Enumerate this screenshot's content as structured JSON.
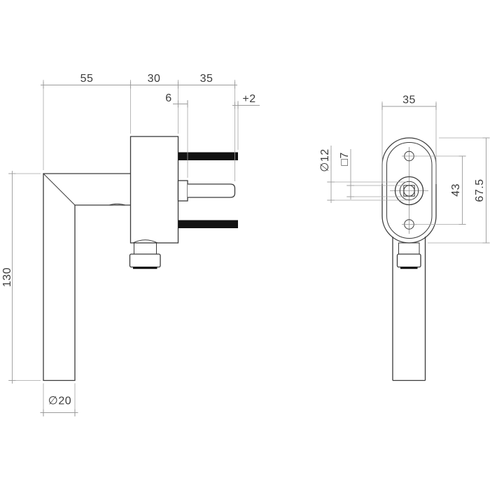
{
  "drawing": {
    "side_view": {
      "dims": {
        "arm_length": "55",
        "rosette_depth": "30",
        "spindle_length": "35",
        "collar": "6",
        "screw_overhang": "+2",
        "handle_length": "130",
        "grip_diameter": "∅20"
      }
    },
    "front_view": {
      "dims": {
        "rosette_width": "35",
        "neck_diameter": "∅12",
        "spindle_square": "□7",
        "screw_spacing": "43",
        "rosette_height": "67.5"
      }
    },
    "colors": {
      "outline": "#3a3a3a",
      "dimension_lines": "#9b9b9b",
      "text": "#3c3c3c",
      "screw_fill": "#121212",
      "background": "#ffffff"
    }
  }
}
